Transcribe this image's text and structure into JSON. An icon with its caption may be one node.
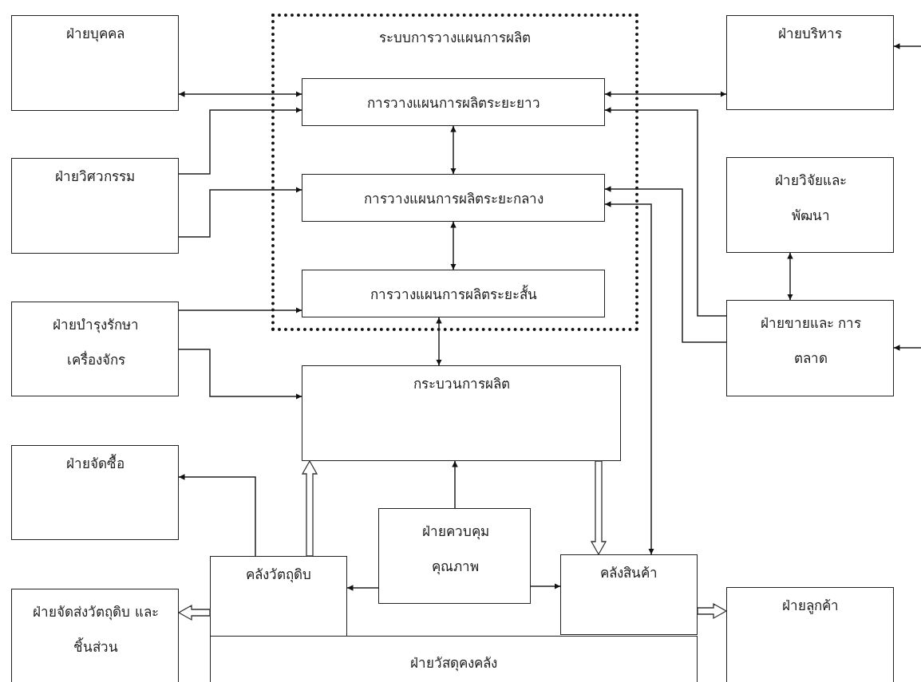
{
  "diagram": {
    "nodes": [
      {
        "text": [
          "ฝ่ายบุคคล"
        ]
      },
      {
        "text": [
          "ระบบการวางแผนการผลิต"
        ]
      },
      {
        "text": [
          "การวางแผนการผลิตระยะยาว"
        ],
        "in": 1
      },
      {
        "text": [
          "การวางแผนการผลิตระยะกลาง"
        ],
        "in": 1
      },
      {
        "text": [
          "การวางแผนการผลิตระยะสั้น"
        ],
        "in": 1
      },
      {
        "text": [
          "ฝ่ายบริหาร"
        ]
      },
      {
        "text": [
          "ฝ่ายวิศวกรรม"
        ]
      },
      {
        "text": [
          "ฝ่ายวิจัยและ พัฒนา"
        ]
      },
      {
        "text": [
          "ฝ่ายบำรุงรักษา เครื่องจักร"
        ]
      },
      {
        "text": [
          "ฝ่ายขายและ การตลาด"
        ]
      },
      {
        "text": [
          "กระบวนการผลิต"
        ]
      },
      {
        "text": [
          "ฝ่ายจัดซื้อ"
        ]
      },
      {
        "text": [
          "ฝ่ายควบคุม คุณภาพ"
        ]
      },
      {
        "text": [
          "คลังวัตถุดิบ"
        ]
      },
      {
        "text": [
          "คลังสินค้า"
        ]
      },
      {
        "text": [
          "ฝ่ายจัดส่งวัตถุดิบ และชิ้นส่วน"
        ]
      },
      {
        "text": [
          "ฝ่ายวัสดุคงคลัง"
        ]
      },
      {
        "text": [
          "ฝ่ายลูกค้า"
        ]
      }
    ],
    "edges": [
      {
        "from": 0,
        "to": 2,
        "arrow": "both"
      },
      {
        "from": 6,
        "to": 2,
        "arrow": "to"
      },
      {
        "from": 6,
        "to": 3,
        "arrow": "to"
      },
      {
        "from": 8,
        "to": 4,
        "arrow": "to"
      },
      {
        "from": 8,
        "to": 10,
        "arrow": "to"
      },
      {
        "from": 2,
        "to": 3,
        "arrow": "both"
      },
      {
        "from": 3,
        "to": 4,
        "arrow": "both"
      },
      {
        "from": 4,
        "to": 10,
        "arrow": "both"
      },
      {
        "from": 2,
        "to": 5,
        "arrow": "both"
      },
      {
        "from": 9,
        "to": 2,
        "arrow": "to"
      },
      {
        "from": 9,
        "to": 3,
        "arrow": "to"
      },
      {
        "from": 3,
        "to": 14,
        "arrow": "both"
      },
      {
        "from": 7,
        "to": 9,
        "arrow": "both"
      },
      {
        "from": null,
        "to": 5,
        "arrow": "to"
      },
      {
        "from": null,
        "to": 9,
        "arrow": "to"
      },
      {
        "from": 13,
        "to": 11,
        "arrow": "to"
      },
      {
        "from": 13,
        "to": 10,
        "arrow": "to",
        "style": "thick"
      },
      {
        "from": 12,
        "to": 10,
        "arrow": "to"
      },
      {
        "from": 12,
        "to": 13,
        "arrow": "to"
      },
      {
        "from": 12,
        "to": 14,
        "arrow": "to"
      },
      {
        "from": 10,
        "to": 14,
        "arrow": "to",
        "style": "thick"
      },
      {
        "from": 13,
        "to": 15,
        "arrow": "to",
        "style": "thick"
      },
      {
        "from": 14,
        "to": 17,
        "arrow": "to",
        "style": "thick"
      }
    ]
  }
}
